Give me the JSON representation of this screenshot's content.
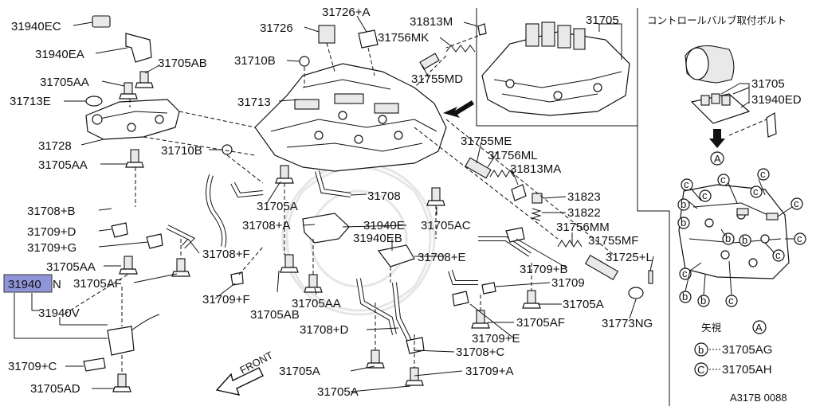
{
  "diagram": {
    "figure_code": "A317B 0088",
    "front_label": "FRONT",
    "inset_caption": "コントロールバルブ取付ボルト",
    "view_caption": "矢視",
    "view_letter": "A",
    "legend": [
      {
        "symbol": "b",
        "part": "31705AG"
      },
      {
        "symbol": "C",
        "part": "31705AH"
      }
    ],
    "highlighted_part": "31940",
    "highlighted_suffix": "N",
    "labels": [
      {
        "id": "31940EC",
        "text": "31940EC"
      },
      {
        "id": "31940EA",
        "text": "31940EA"
      },
      {
        "id": "31705AB",
        "text": "31705AB"
      },
      {
        "id": "31705AA-1",
        "text": "31705AA"
      },
      {
        "id": "31713E",
        "text": "31713E"
      },
      {
        "id": "31728",
        "text": "31728"
      },
      {
        "id": "31705AA-2",
        "text": "31705AA"
      },
      {
        "id": "31726",
        "text": "31726"
      },
      {
        "id": "31726A",
        "text": "31726+A"
      },
      {
        "id": "31813M",
        "text": "31813M"
      },
      {
        "id": "31756MK",
        "text": "31756MK"
      },
      {
        "id": "31710B-1",
        "text": "31710B"
      },
      {
        "id": "31755MD",
        "text": "31755MD"
      },
      {
        "id": "31713",
        "text": "31713"
      },
      {
        "id": "31710B-2",
        "text": "31710B"
      },
      {
        "id": "31705-top",
        "text": "31705"
      },
      {
        "id": "31705-inset",
        "text": "31705"
      },
      {
        "id": "31940ED",
        "text": "31940ED"
      },
      {
        "id": "31755ME",
        "text": "31755ME"
      },
      {
        "id": "31756ML",
        "text": "31756ML"
      },
      {
        "id": "31813MA",
        "text": "31813MA"
      },
      {
        "id": "31708",
        "text": "31708"
      },
      {
        "id": "31823",
        "text": "31823"
      },
      {
        "id": "31822",
        "text": "31822"
      },
      {
        "id": "31708B",
        "text": "31708+B"
      },
      {
        "id": "31705A-1",
        "text": "31705A"
      },
      {
        "id": "31940E",
        "text": "31940E"
      },
      {
        "id": "31705AC",
        "text": "31705AC"
      },
      {
        "id": "31756MM",
        "text": "31756MM"
      },
      {
        "id": "31709D",
        "text": "31709+D"
      },
      {
        "id": "31708A",
        "text": "31708+A"
      },
      {
        "id": "31940EB",
        "text": "31940EB"
      },
      {
        "id": "31755MF",
        "text": "31755MF"
      },
      {
        "id": "31709G",
        "text": "31709+G"
      },
      {
        "id": "31708F",
        "text": "31708+F"
      },
      {
        "id": "31708E",
        "text": "31708+E"
      },
      {
        "id": "31725L",
        "text": "31725+L"
      },
      {
        "id": "31705AA-3",
        "text": "31705AA"
      },
      {
        "id": "31709B",
        "text": "31709+B"
      },
      {
        "id": "31705AF-1",
        "text": "31705AF"
      },
      {
        "id": "31709",
        "text": "31709"
      },
      {
        "id": "31709F",
        "text": "31709+F"
      },
      {
        "id": "31705AA-4",
        "text": "31705AA"
      },
      {
        "id": "31705A-2",
        "text": "31705A"
      },
      {
        "id": "31940V",
        "text": "31940V"
      },
      {
        "id": "31705AB-2",
        "text": "31705AB"
      },
      {
        "id": "31773NG",
        "text": "31773NG"
      },
      {
        "id": "31705AF-2",
        "text": "31705AF"
      },
      {
        "id": "31708D",
        "text": "31708+D"
      },
      {
        "id": "31709E",
        "text": "31709+E"
      },
      {
        "id": "31708C",
        "text": "31708+C"
      },
      {
        "id": "31709C",
        "text": "31709+C"
      },
      {
        "id": "31705A-3",
        "text": "31705A"
      },
      {
        "id": "31709A",
        "text": "31709+A"
      },
      {
        "id": "31705AD",
        "text": "31705AD"
      },
      {
        "id": "31705A-4",
        "text": "31705A"
      }
    ]
  }
}
